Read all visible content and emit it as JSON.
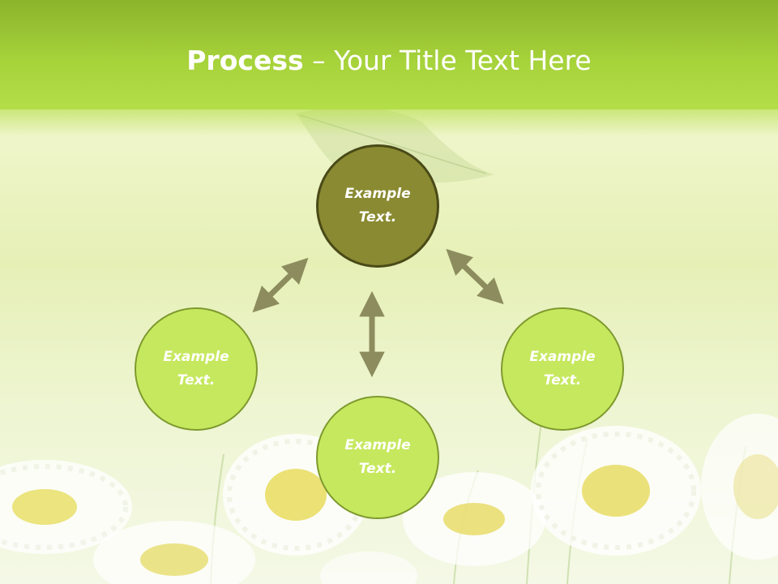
{
  "slide": {
    "title_bold": "Process",
    "title_separator": " – ",
    "title_rest": "Your Title Text Here"
  },
  "colors": {
    "header": "#a6d23a",
    "top_node_fill": "#8a8a32",
    "top_node_border": "#4a4a18",
    "node_fill": "#c6e85e",
    "node_border": "#7e9a2e",
    "arrow": "#8c8c5e"
  },
  "nodes": [
    {
      "id": "top",
      "line1": "Example",
      "line2": "Text."
    },
    {
      "id": "left",
      "line1": "Example",
      "line2": "Text."
    },
    {
      "id": "bottom",
      "line1": "Example",
      "line2": "Text."
    },
    {
      "id": "right",
      "line1": "Example",
      "line2": "Text."
    }
  ],
  "arrows": [
    {
      "from": "top",
      "to": "left",
      "type": "double-headed"
    },
    {
      "from": "top",
      "to": "right",
      "type": "double-headed"
    },
    {
      "from": "top",
      "to": "bottom",
      "type": "double-headed"
    }
  ]
}
